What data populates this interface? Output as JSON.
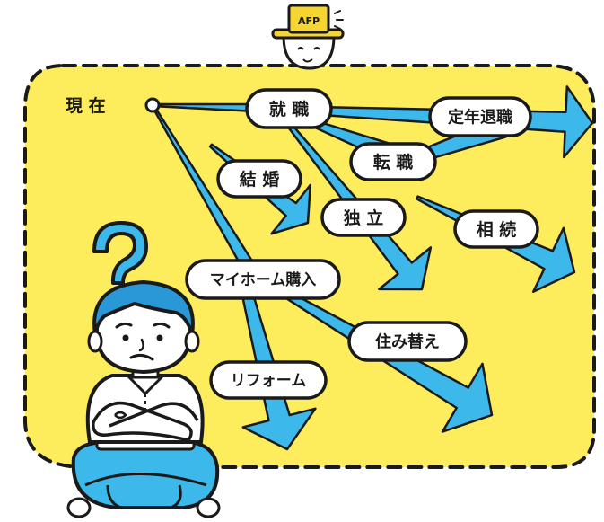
{
  "diagram": {
    "start_label": "現 在",
    "events": [
      {
        "id": "shushoku",
        "label": "就 職"
      },
      {
        "id": "teinen",
        "label": "定年退職"
      },
      {
        "id": "tenshoku",
        "label": "転 職"
      },
      {
        "id": "kekkon",
        "label": "結 婚"
      },
      {
        "id": "dokuritsu",
        "label": "独 立"
      },
      {
        "id": "souzoku",
        "label": "相 続"
      },
      {
        "id": "myhome",
        "label": "マイホーム購入"
      },
      {
        "id": "sumikae",
        "label": "住み替え"
      },
      {
        "id": "reform",
        "label": "リフォーム"
      }
    ],
    "mascot_hat_label": "AFP",
    "thinking_symbol": "?"
  },
  "colors": {
    "area_fill": "#fdec5b",
    "arrow_fill": "#3cb8ea",
    "outline": "#1a1a1a",
    "pill_fill": "#ffffff",
    "hat_fill": "#f5d531",
    "shirt_fill": "#ffffff",
    "hair_fill": "#2a98d6",
    "skin_fill": "#ffffff"
  }
}
